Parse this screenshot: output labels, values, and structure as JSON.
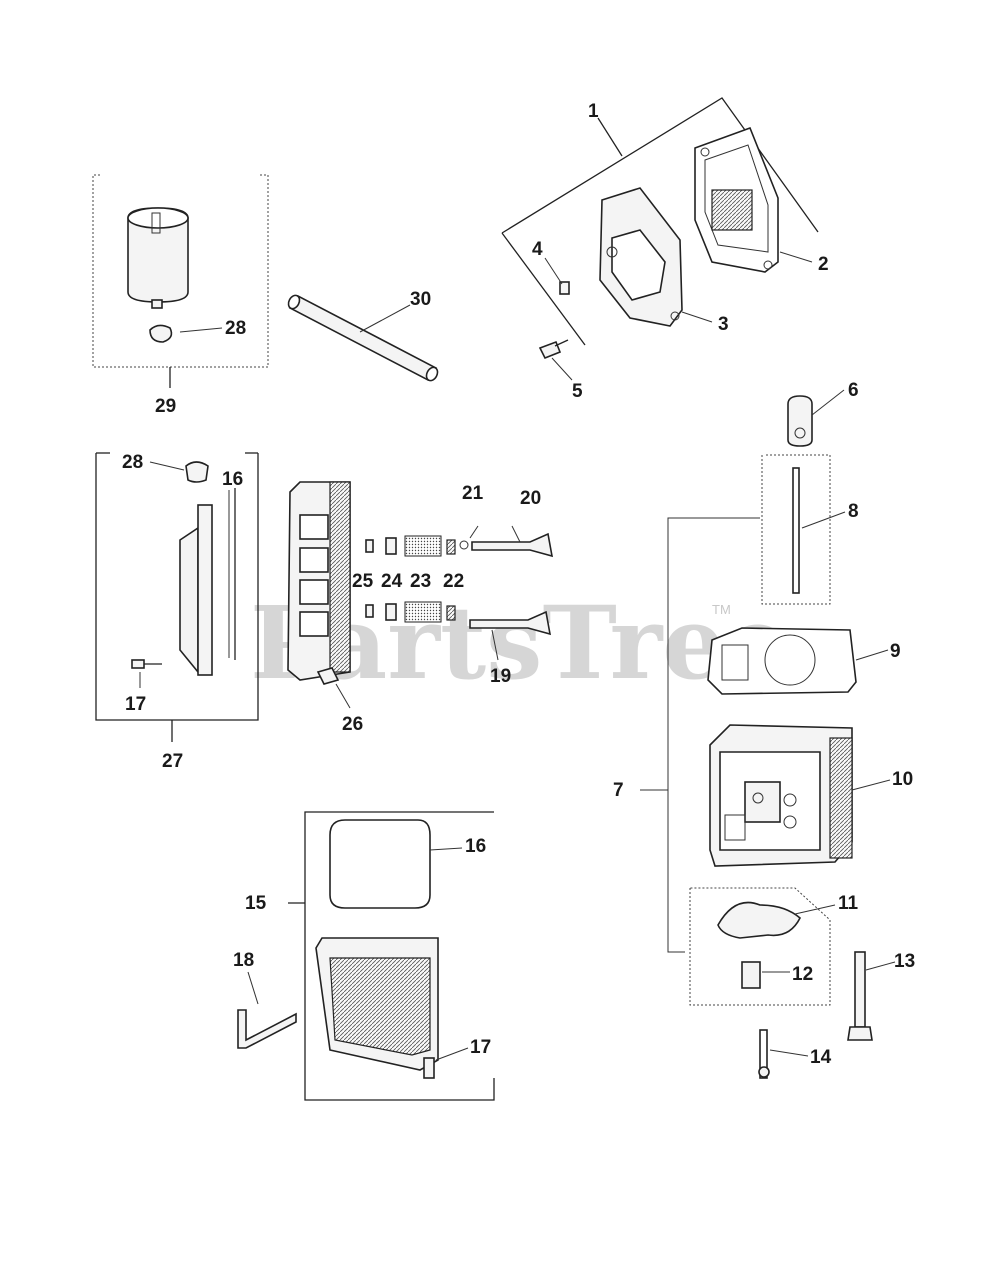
{
  "watermark": {
    "text": "PartsTree",
    "tm": "TM"
  },
  "labels": {
    "p1": "1",
    "p2": "2",
    "p3": "3",
    "p4": "4",
    "p5": "5",
    "p6": "6",
    "p7": "7",
    "p8": "8",
    "p9": "9",
    "p10": "10",
    "p11": "11",
    "p12": "12",
    "p13": "13",
    "p14": "14",
    "p15": "15",
    "p16a": "16",
    "p16b": "16",
    "p17a": "17",
    "p17b": "17",
    "p18": "18",
    "p19": "19",
    "p20": "20",
    "p21": "21",
    "p22": "22",
    "p23": "23",
    "p24": "24",
    "p25": "25",
    "p26": "26",
    "p27": "27",
    "p28a": "28",
    "p28b": "28",
    "p29": "29",
    "p30": "30"
  }
}
